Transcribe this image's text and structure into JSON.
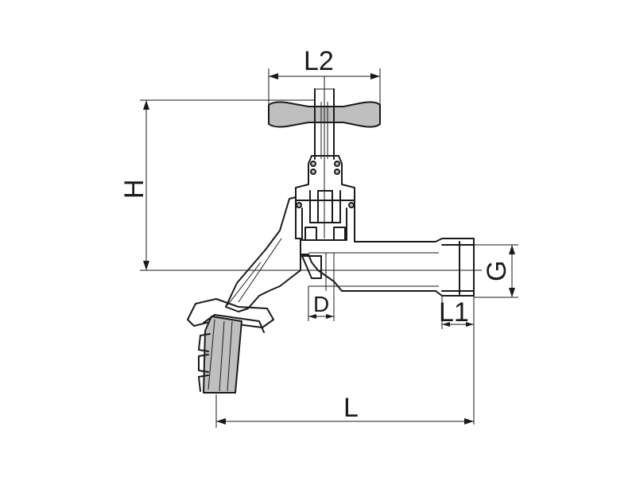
{
  "labels": {
    "L2": "L2",
    "H": "H",
    "G": "G",
    "D": "D",
    "L1": "L1",
    "L": "L"
  },
  "colors": {
    "line": "#1a1a1a",
    "shade": "#bfbfbf",
    "background": "#ffffff"
  },
  "icons": [
    "hose-tap-valve-drawing"
  ]
}
